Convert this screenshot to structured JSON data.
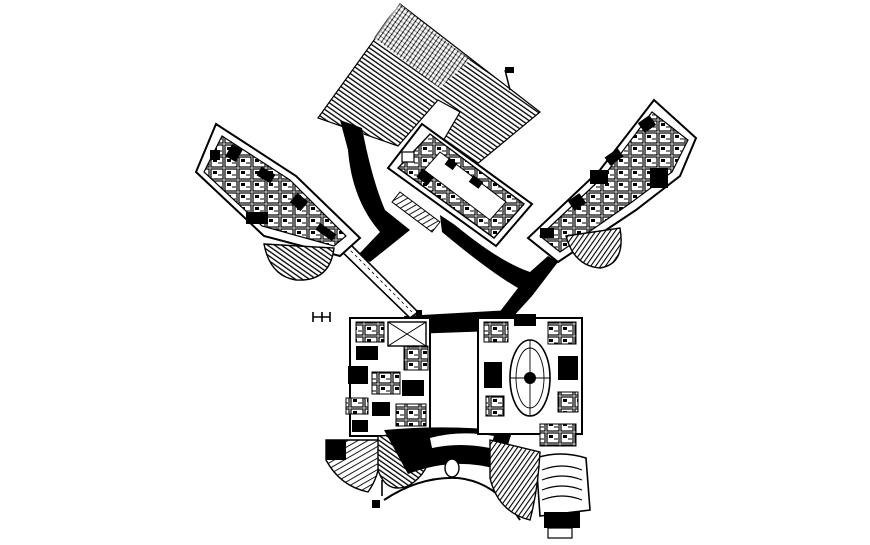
{
  "drawing": {
    "background": "#ffffff",
    "ink": "#000000",
    "hatch_color": "#1a1a1a",
    "blocks": [
      "top-roof-block",
      "center-courtyard-wing",
      "left-wing",
      "right-wing",
      "lower-left-block",
      "lower-right-block",
      "connecting-corridors"
    ]
  }
}
